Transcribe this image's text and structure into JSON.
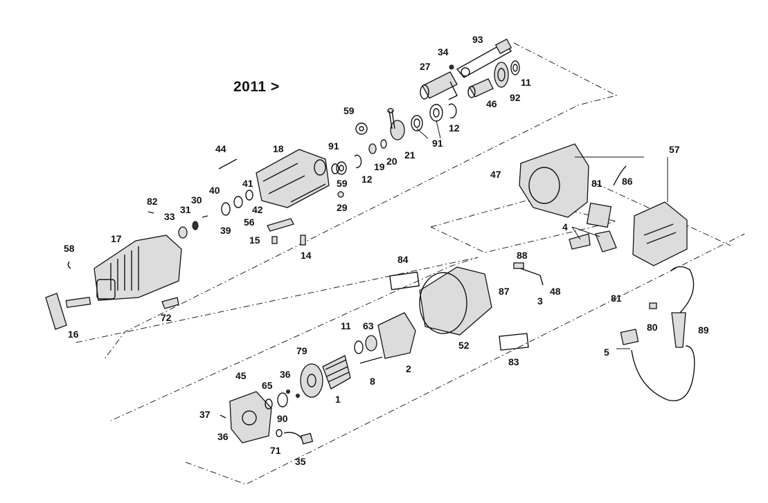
{
  "diagram": {
    "title": "2011 >",
    "callouts": [
      {
        "id": "c93",
        "label": "93"
      },
      {
        "id": "c34",
        "label": "34"
      },
      {
        "id": "c27",
        "label": "27"
      },
      {
        "id": "c11a",
        "label": "11"
      },
      {
        "id": "c92",
        "label": "92"
      },
      {
        "id": "c46",
        "label": "46"
      },
      {
        "id": "c59a",
        "label": "59"
      },
      {
        "id": "c12a",
        "label": "12"
      },
      {
        "id": "c21",
        "label": "21"
      },
      {
        "id": "c91a",
        "label": "91"
      },
      {
        "id": "c44",
        "label": "44"
      },
      {
        "id": "c18",
        "label": "18"
      },
      {
        "id": "c91b",
        "label": "91"
      },
      {
        "id": "c19",
        "label": "19"
      },
      {
        "id": "c20",
        "label": "20"
      },
      {
        "id": "c12b",
        "label": "12"
      },
      {
        "id": "c59b",
        "label": "59"
      },
      {
        "id": "c29",
        "label": "29"
      },
      {
        "id": "c57",
        "label": "57"
      },
      {
        "id": "c47",
        "label": "47"
      },
      {
        "id": "c81a",
        "label": "81"
      },
      {
        "id": "c86",
        "label": "86"
      },
      {
        "id": "c41",
        "label": "41"
      },
      {
        "id": "c40",
        "label": "40"
      },
      {
        "id": "c30",
        "label": "30"
      },
      {
        "id": "c82",
        "label": "82"
      },
      {
        "id": "c42",
        "label": "42"
      },
      {
        "id": "c31",
        "label": "31"
      },
      {
        "id": "c33",
        "label": "33"
      },
      {
        "id": "c39",
        "label": "39"
      },
      {
        "id": "c56",
        "label": "56"
      },
      {
        "id": "c4",
        "label": "4"
      },
      {
        "id": "c15",
        "label": "15"
      },
      {
        "id": "c17",
        "label": "17"
      },
      {
        "id": "c58",
        "label": "58"
      },
      {
        "id": "c14",
        "label": "14"
      },
      {
        "id": "c84",
        "label": "84"
      },
      {
        "id": "c88",
        "label": "88"
      },
      {
        "id": "c87",
        "label": "87"
      },
      {
        "id": "c48",
        "label": "48"
      },
      {
        "id": "c3",
        "label": "3"
      },
      {
        "id": "c72",
        "label": "72"
      },
      {
        "id": "c81b",
        "label": "81"
      },
      {
        "id": "c80",
        "label": "80"
      },
      {
        "id": "c89",
        "label": "89"
      },
      {
        "id": "c16",
        "label": "16"
      },
      {
        "id": "c11b",
        "label": "11"
      },
      {
        "id": "c63",
        "label": "63"
      },
      {
        "id": "c52",
        "label": "52"
      },
      {
        "id": "c5",
        "label": "5"
      },
      {
        "id": "c79",
        "label": "79"
      },
      {
        "id": "c2",
        "label": "2"
      },
      {
        "id": "c8",
        "label": "8"
      },
      {
        "id": "c83",
        "label": "83"
      },
      {
        "id": "c45",
        "label": "45"
      },
      {
        "id": "c36a",
        "label": "36"
      },
      {
        "id": "c65",
        "label": "65"
      },
      {
        "id": "c1",
        "label": "1"
      },
      {
        "id": "c90",
        "label": "90"
      },
      {
        "id": "c37",
        "label": "37"
      },
      {
        "id": "c36b",
        "label": "36"
      },
      {
        "id": "c71",
        "label": "71"
      },
      {
        "id": "c35",
        "label": "35"
      }
    ]
  }
}
